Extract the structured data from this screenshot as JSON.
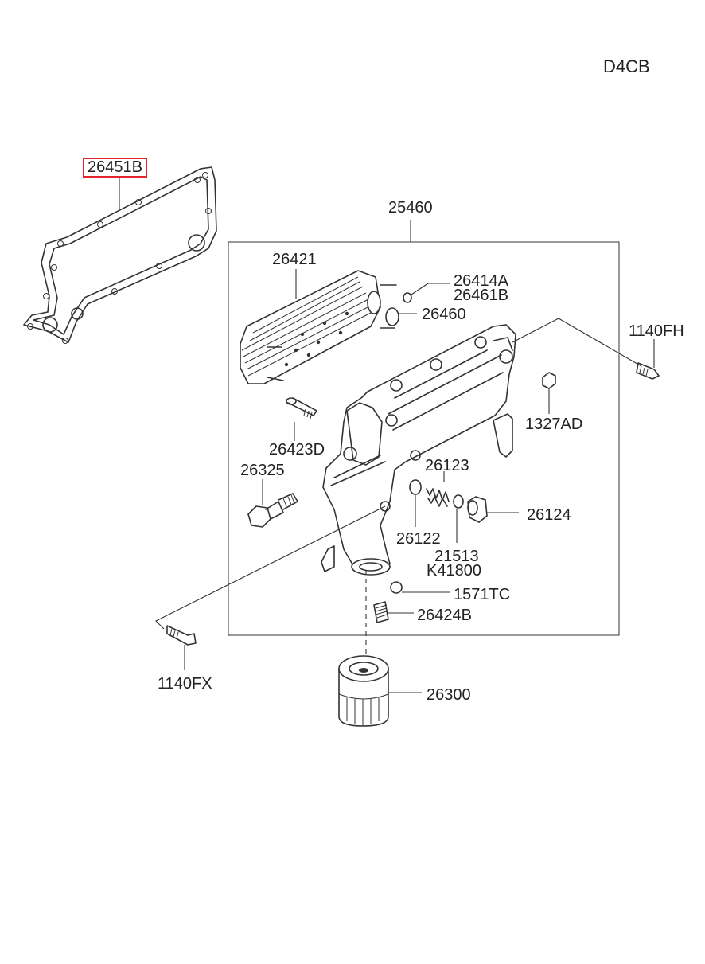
{
  "engine_code": "D4CB",
  "highlight_color": "#e3242b",
  "parts": {
    "gasket": "26451B",
    "cooler_assembly": "25460",
    "cooler_core": "26421",
    "oring_a": "26414A",
    "oring_b": "26461B",
    "oring_c": "26460",
    "bolt_right": "1140FH",
    "nut": "1327AD",
    "stud": "26423D",
    "sensor": "26325",
    "spring": "26123",
    "plug": "26124",
    "seat": "26122",
    "washer_a": "21513",
    "washer_b": "K41800",
    "oring_d": "1571TC",
    "nipple": "26424B",
    "bolt_left": "1140FX",
    "oil_filter": "26300"
  }
}
